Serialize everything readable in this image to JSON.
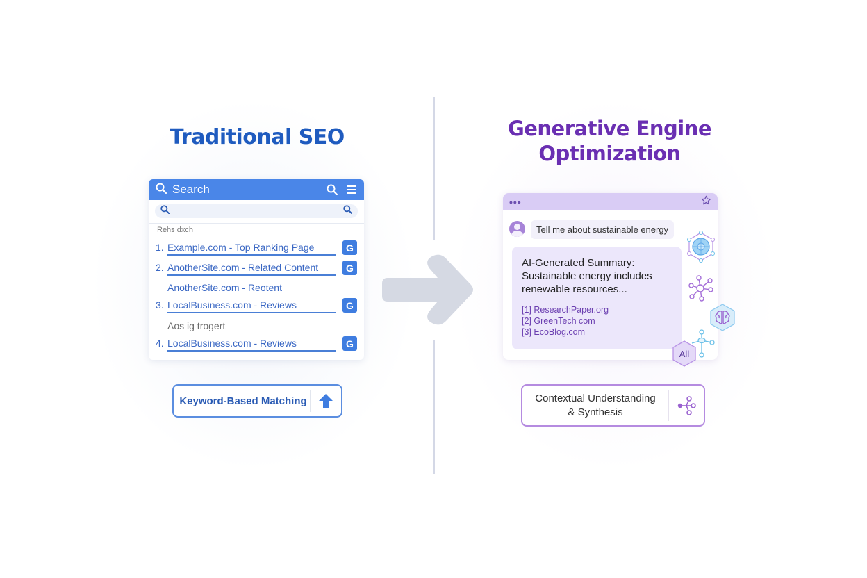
{
  "left": {
    "title": "Traditional SEO",
    "search": {
      "bar_label": "Search",
      "input_value": "",
      "results_label": "Rehs dxch",
      "results": [
        {
          "num": "1.",
          "label": "Example.com - Top Ranking Page",
          "badge": "G"
        },
        {
          "num": "2.",
          "label": "AnotherSite.com - Related Content",
          "badge": "G"
        },
        {
          "num": "3.",
          "label": "LocalBusiness.com - Reviews",
          "badge": "G"
        },
        {
          "num": "4.",
          "label": "LocalBusiness.com - Reviews",
          "badge": "G"
        }
      ],
      "snippets": [
        {
          "text": "AnotherSite.com - Reotent"
        },
        {
          "text": "Aos ig trogert"
        }
      ]
    },
    "button": {
      "label": "Keyword-Based Matching",
      "icon": "arrow-up-icon"
    }
  },
  "right": {
    "title_line1": "Generative Engine",
    "title_line2": "Optimization",
    "chat": {
      "menu_dots": "•••",
      "prompt": "Tell me about sustainable energy",
      "summary_lines": [
        "AI-Generated Summary:",
        "Sustainable energy includes",
        "renewable resources..."
      ],
      "citations": [
        "[1] ResearchPaper.org",
        "[2] GreenTech com",
        "[3] EcoBlog.com"
      ],
      "badge": "All"
    },
    "button": {
      "line1": "Contextual Understanding",
      "line2": "& Synthesis",
      "icon": "share-network-icon"
    }
  },
  "colors": {
    "seo_blue": "#1f5bbf",
    "search_bar": "#4a86e8",
    "geo_purple": "#6a2fb2",
    "chat_header": "#d9ccf5",
    "summary_bg": "#ece7fb",
    "arrow_gray": "#d5d9e3"
  }
}
